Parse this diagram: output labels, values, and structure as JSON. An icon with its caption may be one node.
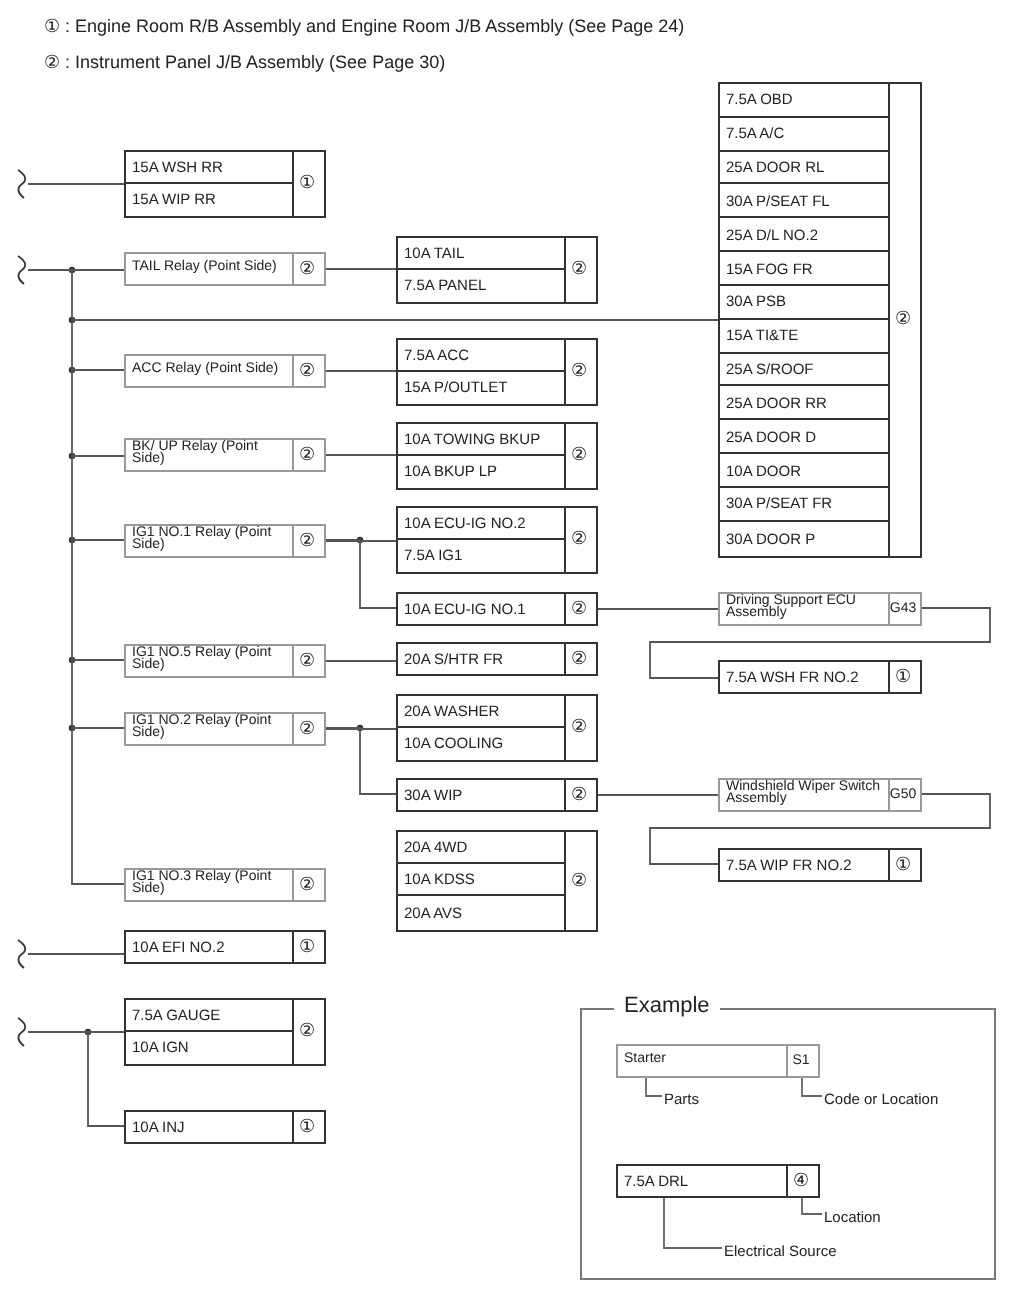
{
  "diagram": {
    "nodes": [
      {
        "text": [
          "15A WSH RR",
          "15A WIP RR",
          "①"
        ]
      },
      {
        "text": [
          "TAIL Relay (Point Side)",
          "②"
        ]
      },
      {
        "text": [
          "10A TAIL",
          "7.5A PANEL",
          "②"
        ]
      },
      {
        "text": [
          "7.5A OBD",
          "7.5A A/C",
          "25A DOOR RL",
          "30A P/SEAT FL",
          "25A D/L NO.2",
          "15A FOG FR",
          "30A PSB",
          "15A TI&TE",
          "25A S/ROOF",
          "25A DOOR RR",
          "25A DOOR D",
          "10A DOOR",
          "30A P/SEAT FR",
          "30A DOOR P",
          "②"
        ]
      },
      {
        "text": [
          "ACC Relay (Point Side)",
          "②"
        ]
      },
      {
        "text": [
          "7.5A ACC",
          "15A P/OUTLET",
          "②"
        ]
      },
      {
        "text": [
          "BK/ UP Relay (Point Side)",
          "②"
        ]
      },
      {
        "text": [
          "10A TOWING BKUP",
          "10A BKUP LP",
          "②"
        ]
      },
      {
        "text": [
          "IG1 NO.1 Relay (Point Side)",
          "②"
        ]
      },
      {
        "text": [
          "10A ECU-IG NO.2",
          "7.5A IG1",
          "②"
        ]
      },
      {
        "text": [
          "10A ECU-IG NO.1",
          "②"
        ]
      },
      {
        "text": [
          "Driving Support ECU Assembly",
          "G43"
        ]
      },
      {
        "text": [
          "7.5A WSH FR NO.2",
          "①"
        ]
      },
      {
        "text": [
          "IG1 NO.5 Relay (Point Side)",
          "②"
        ]
      },
      {
        "text": [
          "20A S/HTR FR",
          "②"
        ]
      },
      {
        "text": [
          "IG1 NO.2 Relay (Point Side)",
          "②"
        ]
      },
      {
        "text": [
          "20A WASHER",
          "10A COOLING",
          "②"
        ]
      },
      {
        "text": [
          "30A WIP",
          "②"
        ]
      },
      {
        "text": [
          "Windshield Wiper Switch Assembly",
          "G50"
        ]
      },
      {
        "text": [
          "7.5A WIP FR NO.2",
          "①"
        ]
      },
      {
        "text": [
          "IG1 NO.3 Relay (Point Side)",
          "②"
        ]
      },
      {
        "text": [
          "20A 4WD",
          "10A KDSS",
          "20A AVS",
          "②"
        ]
      },
      {
        "text": [
          "10A EFI NO.2",
          "①"
        ]
      },
      {
        "text": [
          "7.5A GAUGE",
          "10A IGN",
          "②"
        ]
      },
      {
        "text": [
          "10A INJ",
          "①"
        ]
      },
      {
        "text": [
          "Example"
        ]
      },
      {
        "text": [
          "Starter",
          "S1"
        ],
        "in": 25
      },
      {
        "text": [
          "Parts"
        ],
        "in": 25
      },
      {
        "text": [
          "Code or Location"
        ],
        "in": 25
      },
      {
        "text": [
          "7.5A DRL",
          "④"
        ],
        "in": 25
      },
      {
        "text": [
          "Location"
        ],
        "in": 25
      },
      {
        "text": [
          "Electrical Source"
        ],
        "in": 25
      }
    ],
    "edges": [
      {
        "from": null,
        "to": 0,
        "arrow": "none"
      },
      {
        "from": null,
        "to": 1,
        "arrow": "none"
      },
      {
        "from": null,
        "to": 3,
        "arrow": "none"
      },
      {
        "from": null,
        "to": 4,
        "arrow": "none"
      },
      {
        "from": null,
        "to": 6,
        "arrow": "none"
      },
      {
        "from": null,
        "to": 8,
        "arrow": "none"
      },
      {
        "from": null,
        "to": 13,
        "arrow": "none"
      },
      {
        "from": null,
        "to": 15,
        "arrow": "none"
      },
      {
        "from": null,
        "to": 20,
        "arrow": "none"
      },
      {
        "from": 1,
        "to": 2,
        "arrow": "none"
      },
      {
        "from": 4,
        "to": 5,
        "arrow": "none"
      },
      {
        "from": 6,
        "to": 7,
        "arrow": "none"
      },
      {
        "from": 8,
        "to": 9,
        "arrow": "none"
      },
      {
        "from": 8,
        "to": 10,
        "arrow": "none"
      },
      {
        "from": 10,
        "to": 11,
        "arrow": "none"
      },
      {
        "from": 11,
        "to": 12,
        "arrow": "none"
      },
      {
        "from": 13,
        "to": 14,
        "arrow": "none"
      },
      {
        "from": 15,
        "to": 16,
        "arrow": "none"
      },
      {
        "from": 15,
        "to": 17,
        "arrow": "none"
      },
      {
        "from": 17,
        "to": 18,
        "arrow": "none"
      },
      {
        "from": 18,
        "to": 19,
        "arrow": "none"
      },
      {
        "from": null,
        "to": 22,
        "arrow": "none"
      },
      {
        "from": null,
        "to": 23,
        "arrow": "none"
      },
      {
        "from": null,
        "to": 24,
        "arrow": "none"
      },
      {
        "from": 27,
        "to": 26,
        "arrow": "none"
      },
      {
        "from": 28,
        "to": 26,
        "arrow": "none"
      },
      {
        "from": 30,
        "to": 29,
        "arrow": "none"
      },
      {
        "from": 31,
        "to": 29,
        "arrow": "none"
      }
    ],
    "labels": [
      "① : Engine Room R/B Assembly and Engine Room J/B Assembly (See Page 24)",
      "② : Instrument Panel J/B Assembly (See Page 30)"
    ]
  }
}
